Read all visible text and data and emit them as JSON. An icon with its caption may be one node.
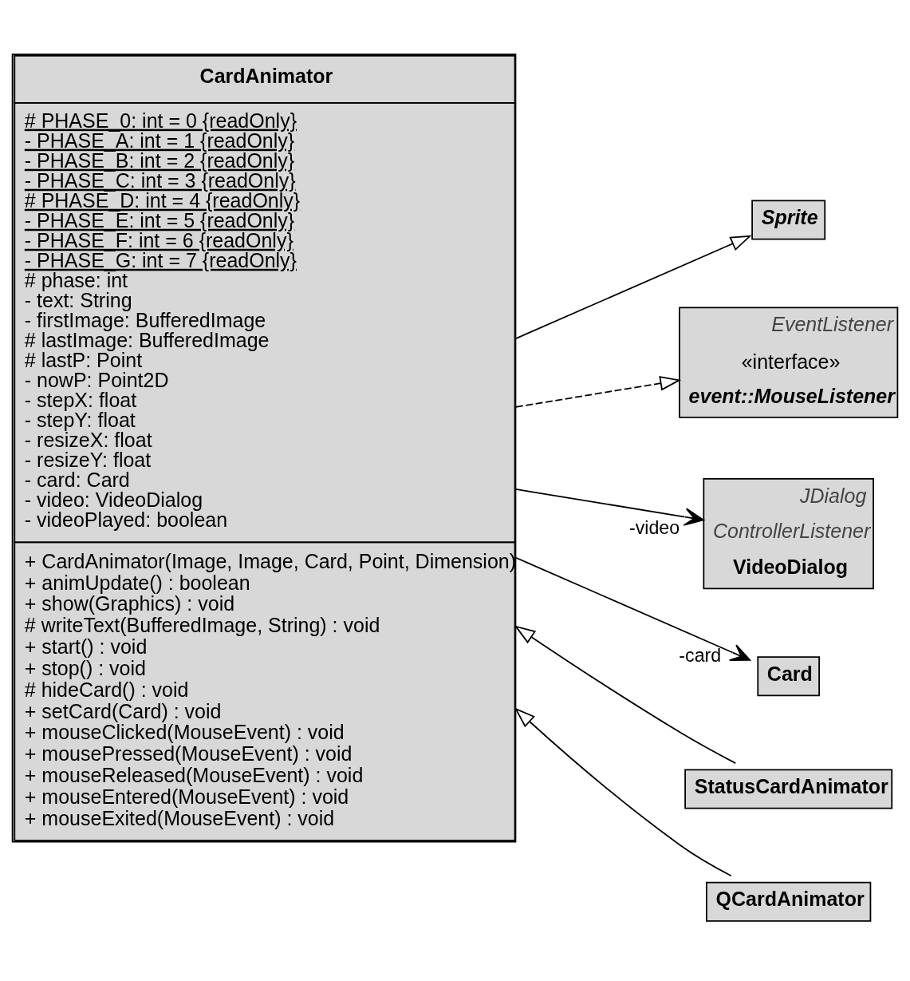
{
  "diagram": {
    "nodes": [
      {
        "text": [
          "CardAnimator",
          "# PHASE_0: int = 0 {readOnly}",
          "- PHASE_A: int = 1 {readOnly}",
          "- PHASE_B: int = 2 {readOnly}",
          "- PHASE_C: int = 3 {readOnly}",
          "# PHASE_D: int = 4 {readOnly}",
          "- PHASE_E: int = 5 {readOnly}",
          "- PHASE_F: int = 6 {readOnly}",
          "- PHASE_G: int = 7 {readOnly}",
          "# phase: int",
          "- text: String",
          "- firstImage: BufferedImage",
          "# lastImage: BufferedImage",
          "# lastP: Point",
          "- nowP: Point2D",
          "- stepX: float",
          "- stepY: float",
          "- resizeX: float",
          "- resizeY: float",
          "- card: Card",
          "- video: VideoDialog",
          "- videoPlayed: boolean",
          "+ CardAnimator(Image, Image, Card, Point, Dimension)",
          "+ animUpdate() : boolean",
          "+ show(Graphics) : void",
          "# writeText(BufferedImage, String) : void",
          "+ start() : void",
          "+ stop() : void",
          "# hideCard() : void",
          "+ setCard(Card) : void",
          "+ mouseClicked(MouseEvent) : void",
          "+ mousePressed(MouseEvent) : void",
          "+ mouseReleased(MouseEvent) : void",
          "+ mouseEntered(MouseEvent) : void",
          "+ mouseExited(MouseEvent) : void"
        ]
      },
      {
        "text": [
          "Sprite"
        ]
      },
      {
        "text": [
          "EventListener",
          "«interface»",
          "event::MouseListener"
        ]
      },
      {
        "text": [
          "JDialog",
          "ControllerListener",
          "VideoDialog"
        ]
      },
      {
        "text": [
          "Card"
        ]
      },
      {
        "text": [
          "StatusCardAnimator"
        ]
      },
      {
        "text": [
          "QCardAnimator"
        ]
      }
    ],
    "edges": [
      {
        "from": 0,
        "to": 1,
        "arrow": "to"
      },
      {
        "from": 0,
        "to": 2,
        "arrow": "to",
        "style": "dashed"
      },
      {
        "from": 0,
        "to": 3,
        "arrow": "to",
        "label": "-video"
      },
      {
        "from": 0,
        "to": 4,
        "arrow": "to",
        "label": "-card"
      },
      {
        "from": 5,
        "to": 0,
        "arrow": "to"
      },
      {
        "from": 6,
        "to": 0,
        "arrow": "to"
      }
    ]
  }
}
